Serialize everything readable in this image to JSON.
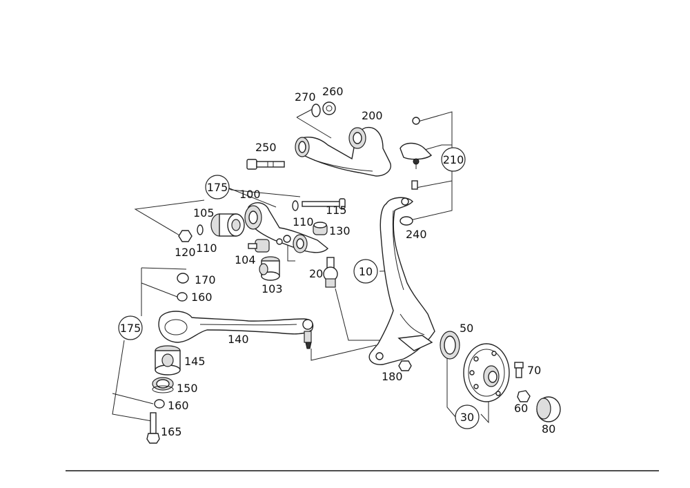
{
  "callouts": {
    "c10": "10",
    "c20": "20",
    "c30": "30",
    "c50": "50",
    "c60": "60",
    "c70": "70",
    "c80": "80",
    "c100": "100",
    "c103": "103",
    "c104": "104",
    "c105": "105",
    "c110a": "110",
    "c110b": "110",
    "c115": "115",
    "c120": "120",
    "c130": "130",
    "c140": "140",
    "c145": "145",
    "c150": "150",
    "c160a": "160",
    "c160b": "160",
    "c165": "165",
    "c170": "170",
    "c175a": "175",
    "c175b": "175",
    "c180": "180",
    "c200": "200",
    "c210": "210",
    "c240": "240",
    "c250": "250",
    "c260": "260",
    "c270": "270"
  }
}
